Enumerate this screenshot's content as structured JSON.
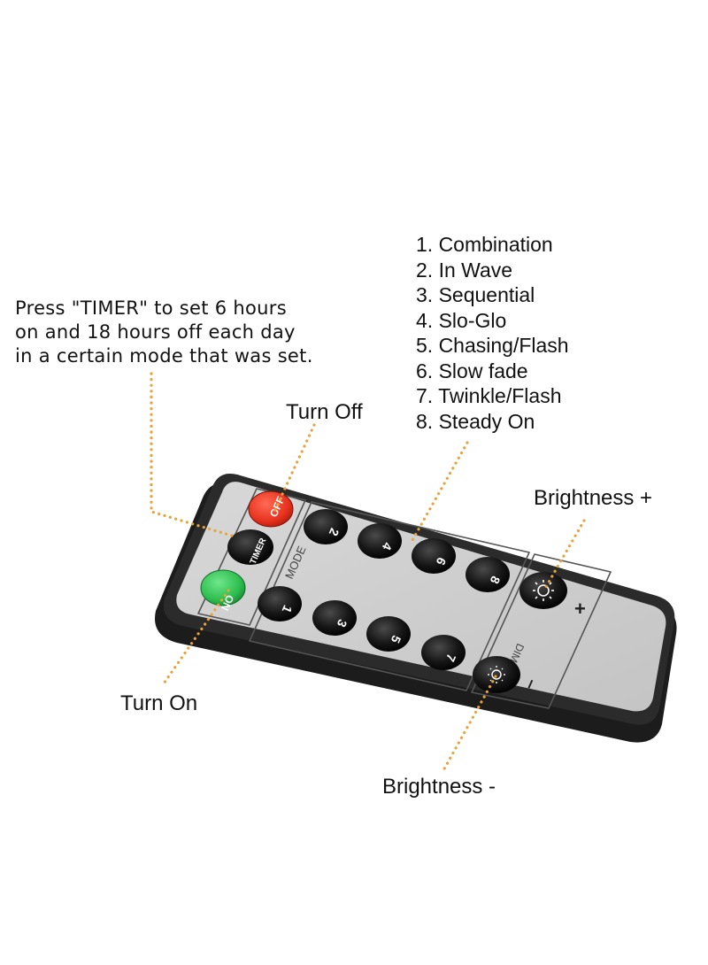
{
  "timer_note": {
    "lines": [
      "Press \"TIMER\" to set 6 hours",
      "on and 18 hours off each day",
      "in a certain mode that was set."
    ]
  },
  "modes": [
    "1. Combination",
    "2. In Wave",
    "3. Sequential",
    "4. Slo-Glo",
    "5. Chasing/Flash",
    "6. Slow fade",
    "7. Twinkle/Flash",
    "8. Steady On"
  ],
  "callouts": {
    "turn_off": "Turn Off",
    "turn_on": "Turn On",
    "brightness_plus": "Brightness +",
    "brightness_minus": "Brightness -"
  },
  "remote": {
    "off_key": "OFF",
    "timer_key": "TIMER",
    "on_key": "ON",
    "mode_label": "MODE",
    "dim_label": "DIM",
    "plus_sign": "+",
    "minus_sign": "–",
    "mode_keys": [
      "1",
      "2",
      "3",
      "4",
      "5",
      "6",
      "7",
      "8"
    ]
  },
  "colors": {
    "off_key": "#E8321E",
    "on_key": "#2DBE4E",
    "leader": "#E8A33A",
    "remote_body": "#2B2B2B",
    "remote_face": "#CFCFCF"
  }
}
